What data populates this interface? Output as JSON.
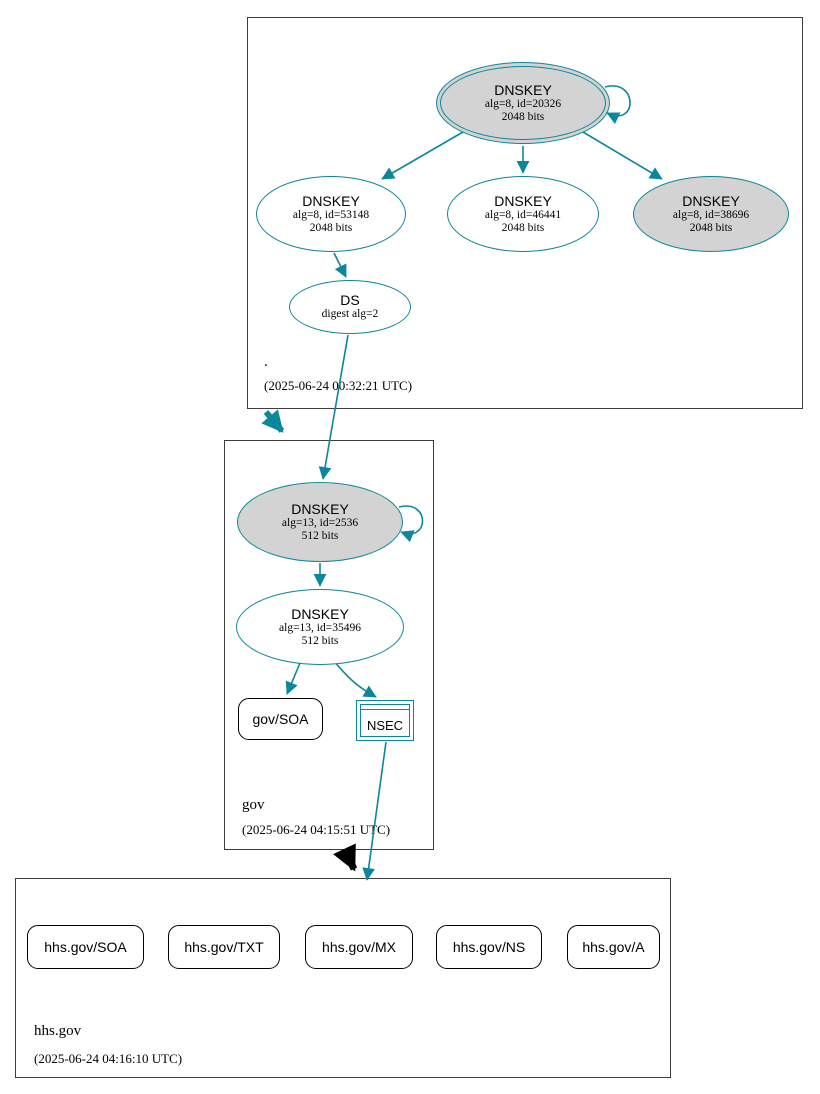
{
  "colors": {
    "secure_edge": "#0a879a",
    "sep_key_fill": "#d3d3d3",
    "box_border": "#3c3c3c"
  },
  "zones": {
    "root": {
      "label": ".",
      "timestamp": "(2025-06-24 00:32:21 UTC)",
      "nodes": {
        "ksk": {
          "title": "DNSKEY",
          "detail1": "alg=8, id=20326",
          "detail2": "2048 bits"
        },
        "zsk_left": {
          "title": "DNSKEY",
          "detail1": "alg=8, id=53148",
          "detail2": "2048 bits"
        },
        "zsk_mid": {
          "title": "DNSKEY",
          "detail1": "alg=8, id=46441",
          "detail2": "2048 bits"
        },
        "zsk_right": {
          "title": "DNSKEY",
          "detail1": "alg=8, id=38696",
          "detail2": "2048 bits"
        },
        "ds": {
          "title": "DS",
          "detail1": "digest alg=2"
        }
      }
    },
    "gov": {
      "label": "gov",
      "timestamp": "(2025-06-24 04:15:51 UTC)",
      "nodes": {
        "ksk": {
          "title": "DNSKEY",
          "detail1": "alg=13, id=2536",
          "detail2": "512 bits"
        },
        "zsk": {
          "title": "DNSKEY",
          "detail1": "alg=13, id=35496",
          "detail2": "512 bits"
        },
        "soa": {
          "label": "gov/SOA"
        },
        "nsec": {
          "label": "NSEC"
        }
      }
    },
    "hhs": {
      "label": "hhs.gov",
      "timestamp": "(2025-06-24 04:16:10 UTC)",
      "rrsets": [
        {
          "label": "hhs.gov/SOA"
        },
        {
          "label": "hhs.gov/TXT"
        },
        {
          "label": "hhs.gov/MX"
        },
        {
          "label": "hhs.gov/NS"
        },
        {
          "label": "hhs.gov/A"
        }
      ]
    }
  }
}
